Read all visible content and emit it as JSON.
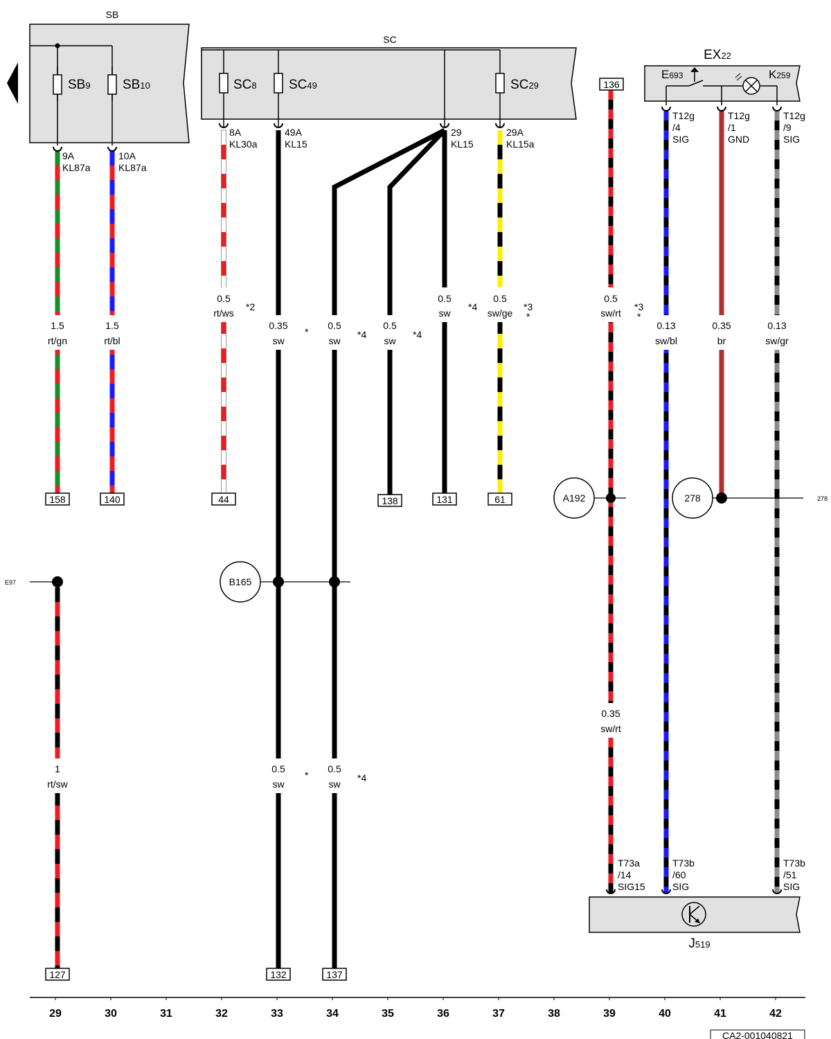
{
  "blocks": {
    "sb": "SB",
    "sc": "SC",
    "ex22": {
      "main": "EX",
      "sub": "22"
    },
    "j519": {
      "main": "J",
      "sub": "519"
    }
  },
  "fuses": [
    {
      "main": "SB",
      "sub": "9"
    },
    {
      "main": "SB",
      "sub": "10"
    },
    {
      "main": "SC",
      "sub": "8"
    },
    {
      "main": "SC",
      "sub": "49"
    },
    {
      "main": "SC",
      "sub": "29"
    }
  ],
  "switch_label": {
    "main": "E",
    "sub": "693"
  },
  "lamp_label": {
    "main": "K",
    "sub": "259"
  },
  "pins": [
    [
      "9A",
      "KL87a"
    ],
    [
      "10A",
      "KL87a"
    ],
    [
      "8A",
      "KL30a"
    ],
    [
      "49A",
      "KL15"
    ],
    [
      "29",
      "KL15"
    ],
    [
      "29A",
      "KL15a"
    ],
    [
      "T12g",
      "/4",
      "SIG"
    ],
    [
      "T12g",
      "/1",
      "GND"
    ],
    [
      "T12g",
      "/9",
      "SIG"
    ],
    [
      "T73a",
      "/14",
      "SIG15"
    ],
    [
      "T73b",
      "/60",
      "SIG"
    ],
    [
      "T73b",
      "/51",
      "SIG"
    ]
  ],
  "wire_specs": [
    [
      "1.5",
      "rt/gn"
    ],
    [
      "1.5",
      "rt/bl"
    ],
    [
      "0.5",
      "rt/ws"
    ],
    [
      "0.35",
      "sw"
    ],
    [
      "0.5",
      "sw"
    ],
    [
      "0.5",
      "sw"
    ],
    [
      "0.5",
      "sw"
    ],
    [
      "0.5",
      "sw/ge"
    ],
    [
      "0.5",
      "sw/rt"
    ],
    [
      "0.13",
      "sw/bl"
    ],
    [
      "0.35",
      "br"
    ],
    [
      "0.13",
      "sw/gr"
    ],
    [
      "1",
      "rt/sw"
    ],
    [
      "0.5",
      "sw"
    ],
    [
      "0.5",
      "sw"
    ],
    [
      "0.35",
      "sw/rt"
    ]
  ],
  "footnotes": [
    "*2",
    "*",
    "*4",
    "*4",
    "*4",
    "*3",
    "*",
    "*3",
    "*",
    "*",
    "*4"
  ],
  "references": [
    "158",
    "140",
    "44",
    "138",
    "131",
    "61",
    "136",
    "127",
    "132",
    "137"
  ],
  "ground_points": [
    "A192",
    "278",
    "B165"
  ],
  "side_refs": [
    "E97",
    "278"
  ],
  "columns": [
    "29",
    "30",
    "31",
    "32",
    "33",
    "34",
    "35",
    "36",
    "37",
    "38",
    "39",
    "40",
    "41",
    "42"
  ],
  "doc_id": "CA2-001040821",
  "wire_colors": {
    "red": "#ee1c24",
    "green": "#168f2a",
    "blue": "#1a1aff",
    "black": "#000000",
    "white": "#ffffff",
    "yellow": "#ffee00",
    "gray": "#8c8c8c",
    "brown": "#b33030",
    "panel": "#e1e1e1"
  }
}
